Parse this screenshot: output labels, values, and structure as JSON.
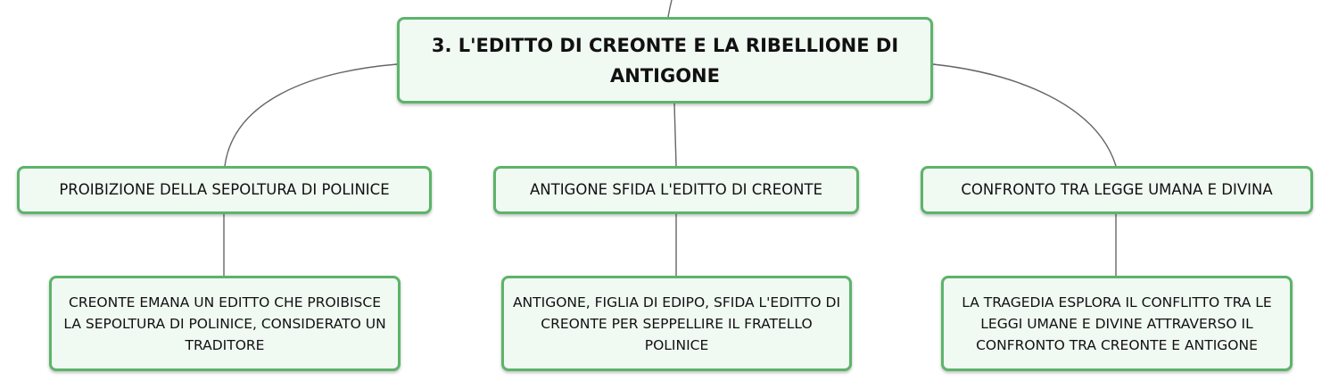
{
  "root": {
    "title": "3. L'EDITTO DI CREONTE E LA RIBELLIONE DI ANTIGONE"
  },
  "branches": [
    {
      "label": "PROIBIZIONE DELLA SEPOLTURA DI POLINICE",
      "detail": "CREONTE EMANA UN EDITTO CHE PROIBISCE LA SEPOLTURA DI POLINICE, CONSIDERATO UN TRADITORE"
    },
    {
      "label": "ANTIGONE SFIDA L'EDITTO DI CREONTE",
      "detail": "ANTIGONE, FIGLIA DI EDIPO, SFIDA L'EDITTO DI CREONTE PER SEPPELLIRE IL FRATELLO POLINICE"
    },
    {
      "label": "CONFRONTO TRA LEGGE UMANA E DIVINA",
      "detail": "LA TRAGEDIA ESPLORA IL CONFLITTO TRA LE LEGGI UMANE E DIVINE ATTRAVERSO IL CONFRONTO TRA CREONTE E ANTIGONE"
    }
  ],
  "colors": {
    "node_border": "#5cb46a",
    "node_fill": "#f1f9f3",
    "connector": "#666666"
  }
}
